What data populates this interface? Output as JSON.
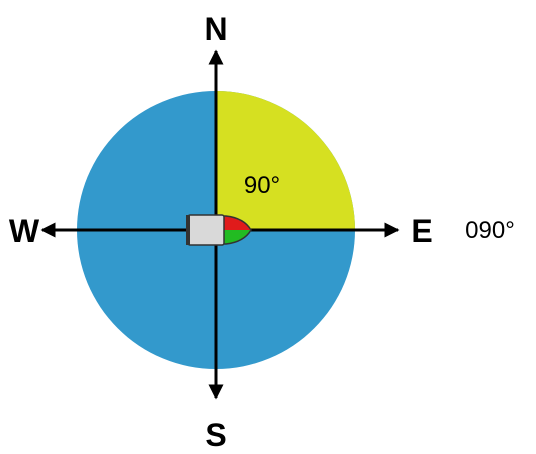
{
  "compass": {
    "north": "N",
    "south": "S",
    "east": "E",
    "west": "W",
    "angle_label": "90°",
    "bearing_label": "090°",
    "angle_degrees": 90
  },
  "colors": {
    "circle": "#3399cc",
    "angle_sector": "#d6e021",
    "axis": "#000000",
    "boat_hull": "#d9d9d9",
    "boat_outline": "#333333",
    "port_light": "#e01b1b",
    "starboard_light": "#22bb22"
  }
}
